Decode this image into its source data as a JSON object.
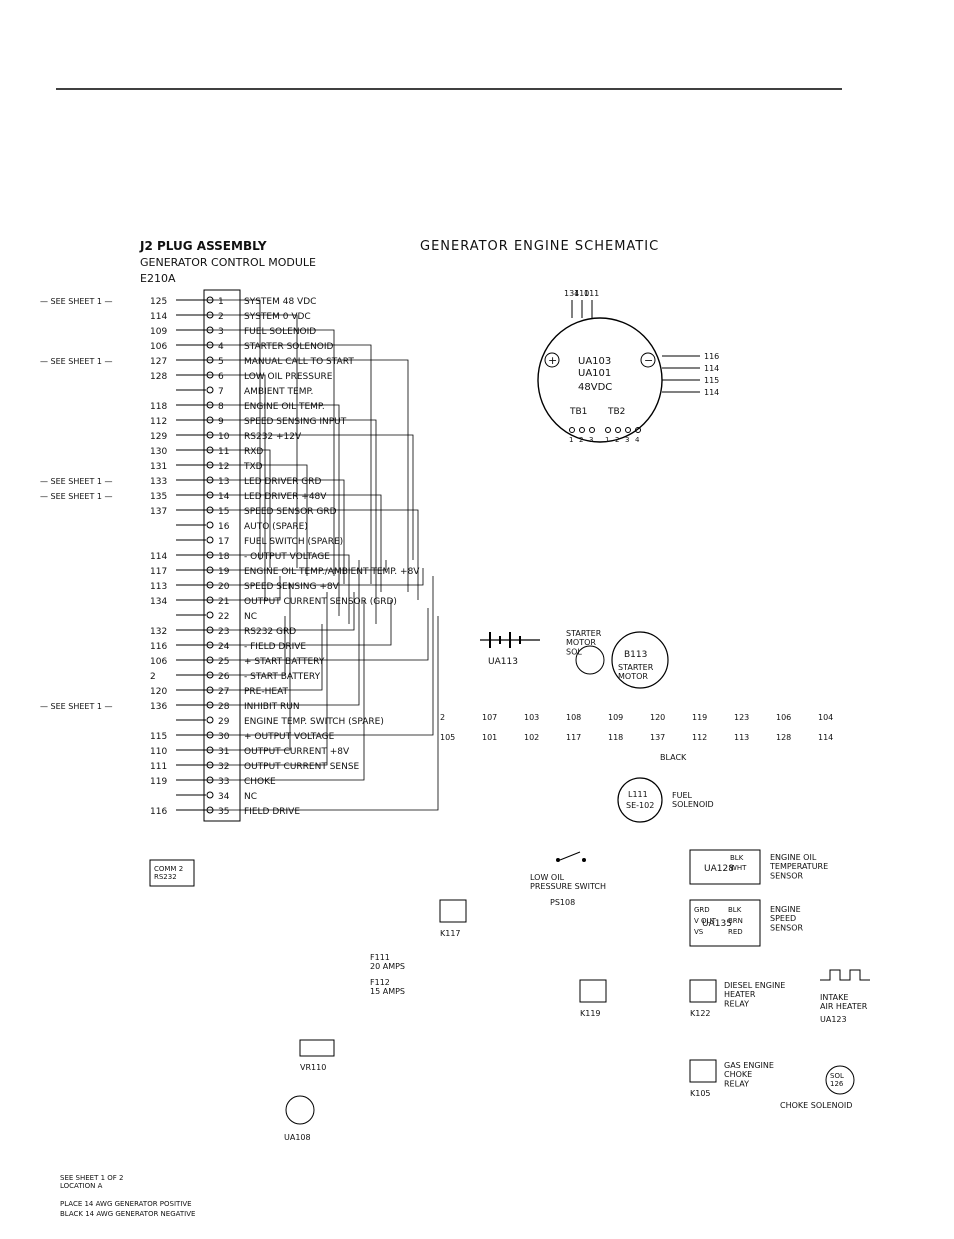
{
  "diagram": {
    "title": "GENERATOR ENGINE SCHEMATIC",
    "module": {
      "title_line1": "J2 PLUG ASSEMBLY",
      "title_line2": "GENERATOR CONTROL MODULE",
      "ref": "E210A"
    },
    "pins": [
      {
        "n": "1",
        "wire": "125",
        "func": "SYSTEM 48 VDC",
        "note": "SEE SHEET 1"
      },
      {
        "n": "2",
        "wire": "114",
        "func": "SYSTEM 0 VDC",
        "note": ""
      },
      {
        "n": "3",
        "wire": "109",
        "func": "FUEL SOLENOID",
        "note": ""
      },
      {
        "n": "4",
        "wire": "106",
        "func": "STARTER SOLENOID",
        "note": ""
      },
      {
        "n": "5",
        "wire": "127",
        "func": "MANUAL CALL TO START",
        "note": "SEE SHEET 1"
      },
      {
        "n": "6",
        "wire": "128",
        "func": "LOW OIL PRESSURE",
        "note": ""
      },
      {
        "n": "7",
        "wire": "",
        "func": "AMBIENT TEMP.",
        "note": ""
      },
      {
        "n": "8",
        "wire": "118",
        "func": "ENGINE OIL TEMP.",
        "note": ""
      },
      {
        "n": "9",
        "wire": "112",
        "func": "SPEED SENSING INPUT",
        "note": ""
      },
      {
        "n": "10",
        "wire": "129",
        "func": "RS232 +12V",
        "note": ""
      },
      {
        "n": "11",
        "wire": "130",
        "func": "RXD",
        "note": ""
      },
      {
        "n": "12",
        "wire": "131",
        "func": "TXD",
        "note": ""
      },
      {
        "n": "13",
        "wire": "133",
        "func": "LED DRIVER GRD",
        "note": "SEE SHEET 1"
      },
      {
        "n": "14",
        "wire": "135",
        "func": "LED DRIVER +48V",
        "note": "SEE SHEET 1"
      },
      {
        "n": "15",
        "wire": "137",
        "func": "SPEED SENSOR GRD",
        "note": ""
      },
      {
        "n": "16",
        "wire": "",
        "func": "AUTO (SPARE)",
        "note": ""
      },
      {
        "n": "17",
        "wire": "",
        "func": "FUEL SWITCH (SPARE)",
        "note": ""
      },
      {
        "n": "18",
        "wire": "114",
        "func": "- OUTPUT VOLTAGE",
        "note": ""
      },
      {
        "n": "19",
        "wire": "117",
        "func": "ENGINE OIL TEMP./AMBIENT TEMP. +8V",
        "note": ""
      },
      {
        "n": "20",
        "wire": "113",
        "func": "SPEED SENSING +8V",
        "note": ""
      },
      {
        "n": "21",
        "wire": "134",
        "func": "OUTPUT CURRENT SENSOR (GRD)",
        "note": ""
      },
      {
        "n": "22",
        "wire": "",
        "func": "NC",
        "note": ""
      },
      {
        "n": "23",
        "wire": "132",
        "func": "RS232 GRD",
        "note": ""
      },
      {
        "n": "24",
        "wire": "116",
        "func": "- FIELD DRIVE",
        "note": ""
      },
      {
        "n": "25",
        "wire": "106",
        "func": "+ START BATTERY",
        "note": ""
      },
      {
        "n": "26",
        "wire": "2",
        "func": "- START BATTERY",
        "note": ""
      },
      {
        "n": "27",
        "wire": "120",
        "func": "PRE-HEAT",
        "note": ""
      },
      {
        "n": "28",
        "wire": "136",
        "func": "INHIBIT RUN",
        "note": "SEE SHEET 1"
      },
      {
        "n": "29",
        "wire": "",
        "func": "ENGINE TEMP. SWITCH (SPARE)",
        "note": ""
      },
      {
        "n": "30",
        "wire": "115",
        "func": "+ OUTPUT VOLTAGE",
        "note": ""
      },
      {
        "n": "31",
        "wire": "110",
        "func": "OUTPUT CURRENT +8V",
        "note": ""
      },
      {
        "n": "32",
        "wire": "111",
        "func": "OUTPUT CURRENT SENSE",
        "note": ""
      },
      {
        "n": "33",
        "wire": "119",
        "func": "CHOKE",
        "note": ""
      },
      {
        "n": "34",
        "wire": "",
        "func": "NC",
        "note": ""
      },
      {
        "n": "35",
        "wire": "116",
        "func": "FIELD DRIVE",
        "note": ""
      }
    ],
    "generator": {
      "label1": "UA103",
      "label2": "UA101",
      "voltage": "48VDC",
      "tb1": "TB1",
      "tb2": "TB2",
      "plus": "+",
      "minus": "−",
      "terminals_tb1": [
        "1",
        "2",
        "3"
      ],
      "terminals_tb2": [
        "1",
        "2",
        "3",
        "4"
      ],
      "wires_top": [
        "134",
        "110",
        "111"
      ],
      "wires_right": [
        "116",
        "114",
        "115",
        "114"
      ]
    },
    "labels": {
      "battery": "UA113",
      "starter_sol": "STARTER\nMOTOR\nSOL",
      "starter_motor_ref": "B113",
      "starter_motor": "STARTER\nMOTOR",
      "fuel_sol_ref": "L111",
      "fuel_sol": "FUEL\nSOLENOID",
      "fuel_sol_code": "SE-102",
      "lop_switch": "LOW OIL\nPRESSURE SWITCH",
      "lop_ref": "PS108",
      "temp_sensor_ref": "UA128",
      "temp_sensor": "ENGINE OIL\nTEMPERATURE\nSENSOR",
      "speed_sensor_ref": "UA135",
      "speed_sensor": "ENGINE\nSPEED\nSENSOR",
      "speed_pins": [
        "GRD",
        "V OUT",
        "VS"
      ],
      "speed_wires": [
        "BLK",
        "BRN",
        "RED"
      ],
      "temp_wires": [
        "BLK",
        "WHT"
      ],
      "diesel_relay_ref": "K122",
      "diesel_relay": "DIESEL ENGINE\nHEATER\nRELAY",
      "intake_heater": "INTAKE\nAIR HEATER",
      "intake_heater_ref": "UA123",
      "choke_sol": "CHOKE SOLENOID",
      "choke_ref": "SOL\n126",
      "gas_relay_ref": "K105",
      "gas_relay": "GAS ENGINE\nCHOKE\nRELAY",
      "k117": "K117",
      "k119": "K119",
      "fuse1": "F111\n20 AMPS",
      "fuse2": "F112\n15 AMPS",
      "vr": "VR110",
      "ua108": "UA108",
      "comm": "COMM 2\nRS232",
      "see_sheet_note": "SEE SHEET 1 OF 2\nLOCATION A",
      "pos_note": "PLACE 14 AWG GENERATOR POSITIVE",
      "neg_note": "BLACK 14 AWG GENERATOR NEGATIVE",
      "black": "BLACK",
      "wires": [
        "2",
        "107",
        "103",
        "108",
        "109",
        "120",
        "119",
        "123",
        "106",
        "104",
        "105",
        "101",
        "102",
        "117",
        "118",
        "137",
        "112",
        "113",
        "128",
        "114"
      ]
    }
  }
}
